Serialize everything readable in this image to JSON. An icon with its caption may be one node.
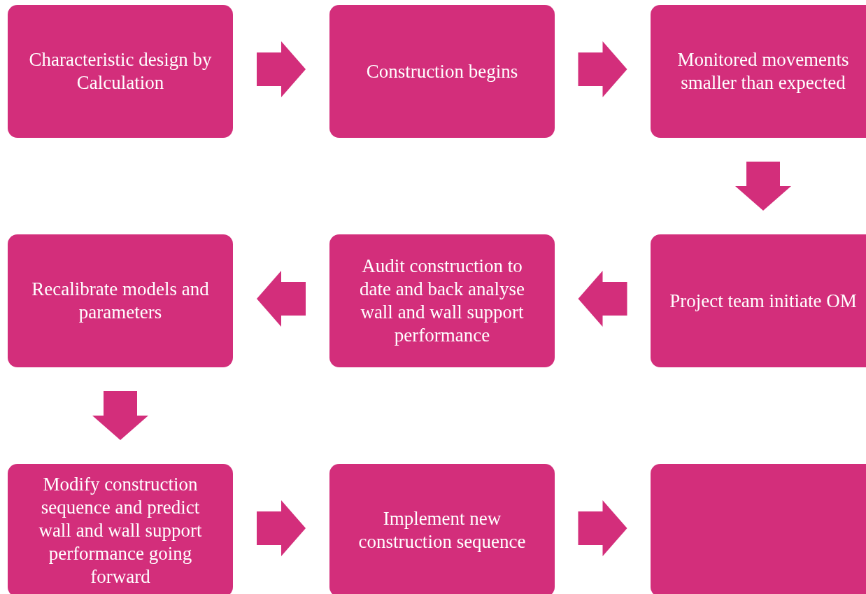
{
  "diagram": {
    "nodes": [
      {
        "text": [
          "Characteristic design by Calculation"
        ]
      },
      {
        "text": [
          "Construction begins"
        ]
      },
      {
        "text": [
          "Monitored movements smaller than expected"
        ]
      },
      {
        "text": [
          "Recalibrate models and parameters"
        ]
      },
      {
        "text": [
          "Audit construction to date and back analyse wall and wall support performance"
        ]
      },
      {
        "text": [
          "Project team initiate OM"
        ]
      },
      {
        "text": [
          "Modify construction sequence and predict wall and wall support performance going forward"
        ]
      },
      {
        "text": [
          "Implement new construction sequence"
        ]
      },
      {
        "text": [],
        "shape": "box"
      }
    ],
    "edges": [
      {
        "from": 0,
        "to": 1,
        "arrow": "to"
      },
      {
        "from": 1,
        "to": 2,
        "arrow": "to"
      },
      {
        "from": 2,
        "to": 5,
        "arrow": "to"
      },
      {
        "from": 5,
        "to": 4,
        "arrow": "to"
      },
      {
        "from": 4,
        "to": 3,
        "arrow": "to"
      },
      {
        "from": 3,
        "to": 6,
        "arrow": "to"
      },
      {
        "from": 6,
        "to": 7,
        "arrow": "to"
      },
      {
        "from": 7,
        "to": 8,
        "arrow": "to"
      }
    ]
  }
}
